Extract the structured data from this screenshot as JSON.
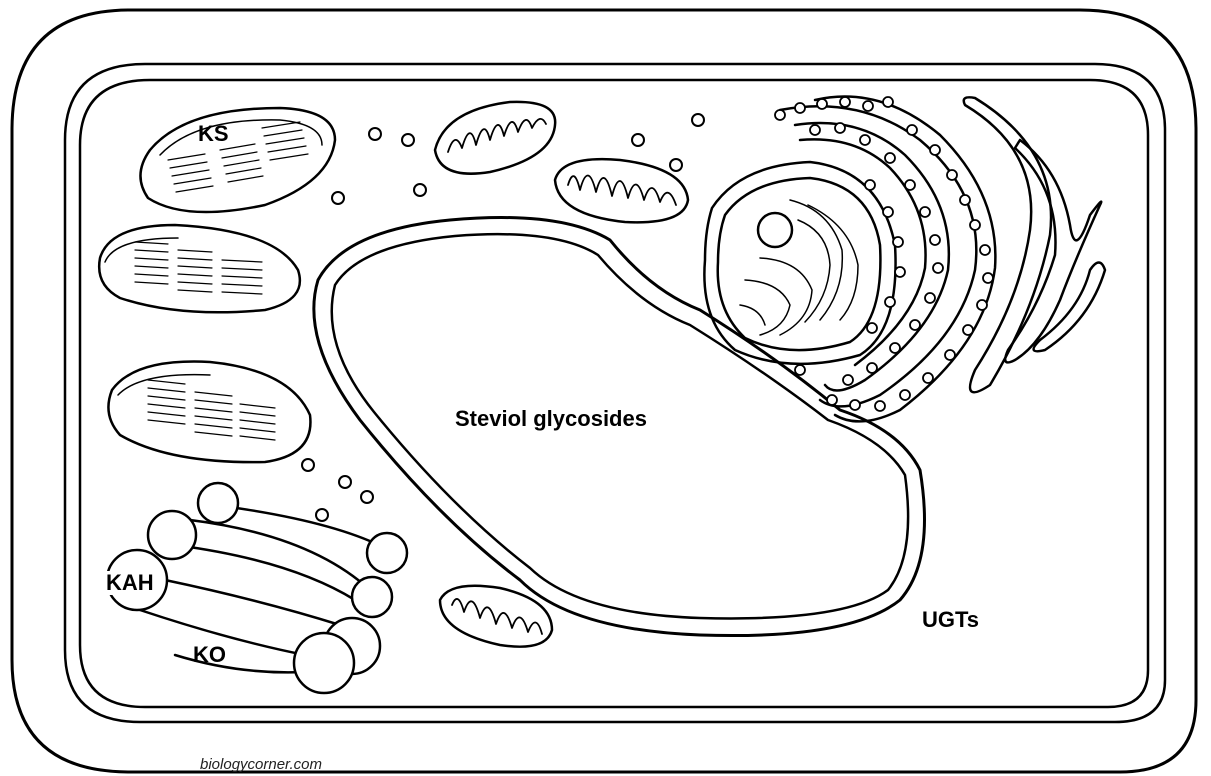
{
  "labels": {
    "ks": "KS",
    "kah": "KAH",
    "ko": "KO",
    "vacuole": "Steviol glycosides",
    "ugts": "UGTs"
  },
  "credit": "biologycorner.com",
  "colors": {
    "stroke": "#000000",
    "fill": "#ffffff"
  }
}
